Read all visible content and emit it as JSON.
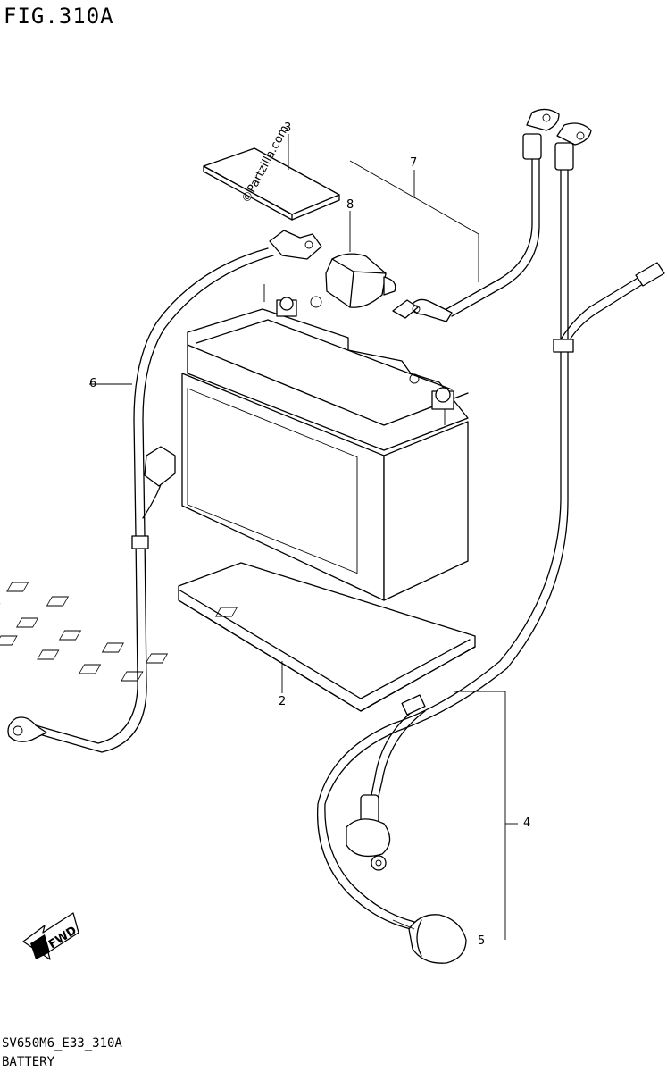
{
  "header": {
    "figure_title": "FIG.310A"
  },
  "footer": {
    "model_code": "SV650M6_E33_310A",
    "section_name": "BATTERY"
  },
  "callouts": [
    {
      "id": "1",
      "label": ""
    },
    {
      "id": "2",
      "label": "2"
    },
    {
      "id": "3",
      "label": "3"
    },
    {
      "id": "4",
      "label": "4"
    },
    {
      "id": "5",
      "label": "5"
    },
    {
      "id": "6",
      "label": "6"
    },
    {
      "id": "7",
      "label": "7"
    },
    {
      "id": "8",
      "label": "8"
    }
  ],
  "watermark": "©Partzilla.com",
  "direction_badge": "FWD",
  "icons": [
    "fwd-arrow-icon"
  ]
}
